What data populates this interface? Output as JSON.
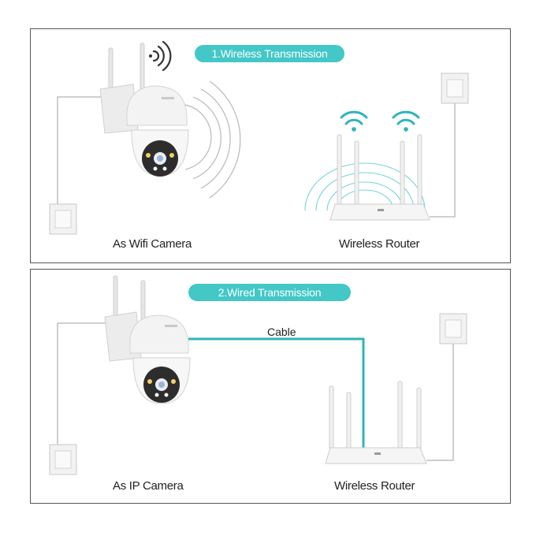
{
  "panel1": {
    "badge": "1.Wireless Transmission",
    "camera_label": "As Wifi Camera",
    "router_label": "Wireless Router"
  },
  "panel2": {
    "badge": "2.Wired Transmission",
    "cable_label": "Cable",
    "camera_label": "As IP Camera",
    "router_label": "Wireless Router"
  },
  "colors": {
    "accent": "#43c7c7",
    "cable": "#2fb5b5",
    "border": "#555555"
  }
}
